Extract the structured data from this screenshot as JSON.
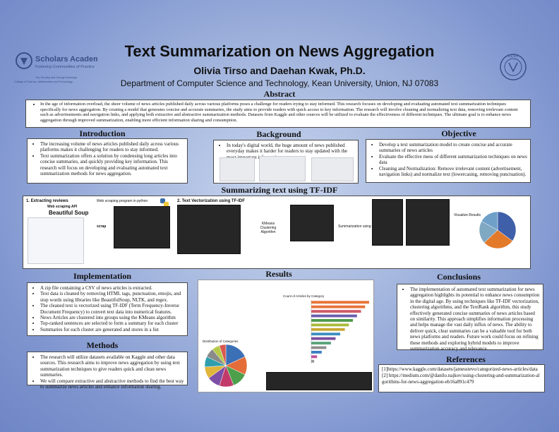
{
  "header": {
    "title": "Text Summarization on News Aggregation",
    "authors": "Olivia Tirso and Daehan Kwak, Ph.D.",
    "department": "Department of Computer Science and Technology, Kean University, Union, NJ 07083",
    "left_logo_name": "Scholars Academy",
    "left_logo_tag": "Fostering Communities of Practice",
    "left_logo_sub1": "The Dorothy and George Hennings",
    "left_logo_sub2": "College of Science, Mathematics and Technology",
    "right_logo_text": "KEAN UNIVERSITY"
  },
  "abstract": {
    "title": "Abstract",
    "text": "In the age of information overload, the sheer volume of news articles published daily across various platforms poses a challenge for readers trying to stay informed. This research focuses on developing and evaluating automated text summarization techniques specifically for news aggregation. By creating a model that generates concise and accurate summaries, the study aims to provide readers with quick access to key information. The research will involve cleaning and normalizing text data, removing irrelevant content such as advertisements and navigation links, and applying both extractive and abstractive summarization methods. Datasets from Kaggle and other sources will be utilized to evaluate the effectiveness of different techniques. The ultimate goal is to enhance news aggregation through improved summarization, enabling more efficient information sharing and consumption."
  },
  "introduction": {
    "title": "Introduction",
    "items": [
      "The increasing volume of news articles published daily across various platforms makes it challenging for readers to stay informed.",
      "Text summarization offers a solution by condensing long articles into concise summaries, and quickly providing key information. This research will focus on developing and evaluating automated text summarization methods for news aggregation."
    ]
  },
  "background": {
    "title": "Background",
    "items": [
      "In today's digital world, the huge amount of news published everyday makes it harder for readers to stay updated with the most important information."
    ]
  },
  "objective": {
    "title": "Objective",
    "items": [
      "Develop a text summarization model to create concise and accurate summaries of news articles",
      "Evaluate the effective mess of different summarization techniques on news data",
      "Cleaning and Normalization: Remove irrelevant content (advertisement, navigation links) and normalize text (lowercasing, removing punctuation)."
    ]
  },
  "tfidf": {
    "title": "Summarizing text using TF-IDF",
    "step1": "1. Extracting reviews",
    "api": "Web scraping API",
    "bs_logo": "Beautiful Soup",
    "python_label": "Web scraping program in python",
    "scrap": "scrap",
    "step2": "2. Text Vectorization using TF-IDF",
    "kmeans": "KMeans Clustering Algorithm",
    "summ": "Summarization using TF-IDF",
    "viz": "Visualize Results"
  },
  "implementation": {
    "title": "Implementation",
    "items": [
      "A zip file containing a CSV of news articles is extracted.",
      "Text data is cleaned by removing HTML tags, punctuation, emojis, and stop words using libraries like BeautifulSoup, NLTK, and regex.",
      "The cleaned text is vectorized using TF-IDF (Term Frequency-Inverse Document Frequency) to convert text data into numerical features.",
      "News Articles are clustered into groups using the KMeans algorithm",
      "Top-ranked sentences are selected to form a summary for each cluster",
      "Summaries for each cluster are generated and stores in a list"
    ]
  },
  "methods": {
    "title": "Methods",
    "items": [
      "The research will utilize datasets available on Kaggle and other data sources. This research aims to improve news aggregation by using text summarization techniques to give readers quick and clean news summaries.",
      "We will compare extractive and abstractive methods to find the best way to summarize news articles and enhance information sharing."
    ]
  },
  "results": {
    "title": "Results",
    "bar_title": "Count of Articles by Category",
    "pie_title": "Distribution of Categories"
  },
  "conclusions": {
    "title": "Conclusions",
    "items": [
      "The implementation of automated text summarization for news aggregation highlights its potential to enhance news consumption in the digital age. By using techniques like TF-IDF vectorization, clustering algorithms, and the TextRank algorithm, this study effectively generated concise summaries of news articles based on similarity. This approach simplifies information processing and helps manage the vast daily influx of news. The ability to deliver quick, clear summaries can be a valuable tool for both news platforms and readers. Future work could focus on refining these methods and exploring hybrid models to improve summarization accuracy and relevance."
    ]
  },
  "references": {
    "title": "References",
    "items": [
      "[1]https://www.kaggle.com/datasets/jamesstevo/categorized-news-articles/data",
      "[2] https://medium.com/@danilo.najkov/using-clustering-and-summarization-algorithms-for-news-aggregation-eb16a891c479"
    ]
  },
  "chart_data": [
    {
      "type": "bar",
      "title": "Count of Articles by Category",
      "orientation": "horizontal",
      "categories": [
        "",
        "",
        "",
        "",
        "",
        "",
        "",
        "",
        "",
        "",
        "",
        "",
        "",
        ""
      ],
      "values": [
        100,
        93,
        86,
        79,
        72,
        65,
        58,
        50,
        42,
        34,
        26,
        18,
        10,
        5
      ],
      "colors": [
        "#e8743b",
        "#e8743b",
        "#cf5b6a",
        "#6a5fb0",
        "#4f9a4b",
        "#aabb3a",
        "#c8a832",
        "#3f8fbf",
        "#7a4f9e",
        "#5aa37a",
        "#8f8f8f",
        "#3b7ec1",
        "#c04f9a",
        "#9a9a9a"
      ]
    },
    {
      "type": "pie",
      "title": "Distribution of Categories",
      "values": [
        18,
        14,
        12,
        11,
        10,
        9,
        8,
        7,
        6,
        5
      ],
      "colors": [
        "#3b6fb6",
        "#e46d3a",
        "#4c9f4b",
        "#c23a6a",
        "#7d4fa6",
        "#e0b53b",
        "#2f9fae",
        "#8a8a8a",
        "#b7c94a",
        "#d8584e"
      ]
    },
    {
      "type": "pie",
      "title": "Visualize Results",
      "values": [
        35,
        28,
        20,
        17
      ],
      "colors": [
        "#3f5fa8",
        "#e37a2a",
        "#7fa8c3",
        "#6fa0c8"
      ]
    }
  ]
}
